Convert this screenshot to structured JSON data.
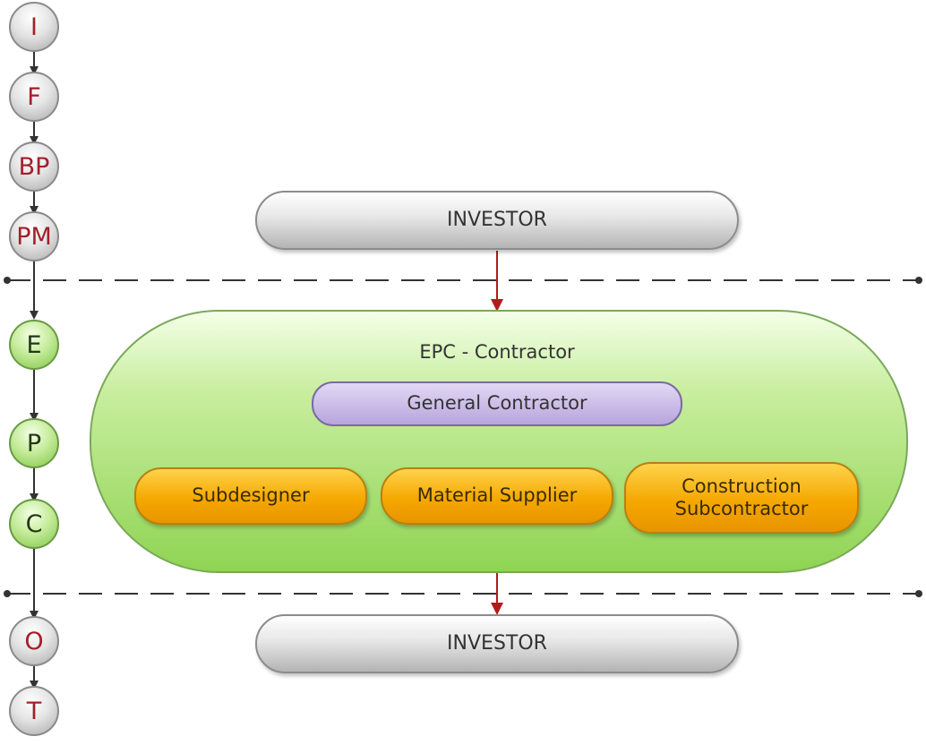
{
  "stages": [
    "I",
    "F",
    "BP",
    "PM",
    "E",
    "P",
    "C",
    "O",
    "T"
  ],
  "investor_top": "INVESTOR",
  "investor_bottom": "INVESTOR",
  "epc": {
    "title": "EPC - Contractor",
    "general_contractor": "General Contractor",
    "subs": [
      "Subdesigner",
      "Material Supplier",
      "Construction Subcontractor"
    ]
  },
  "colors": {
    "stage_letter_red": "#a3202a",
    "stage_letter_dark": "#233a16",
    "arrow_red": "#b01c1c",
    "connector": "#333333",
    "dashed_line": "#333333"
  }
}
